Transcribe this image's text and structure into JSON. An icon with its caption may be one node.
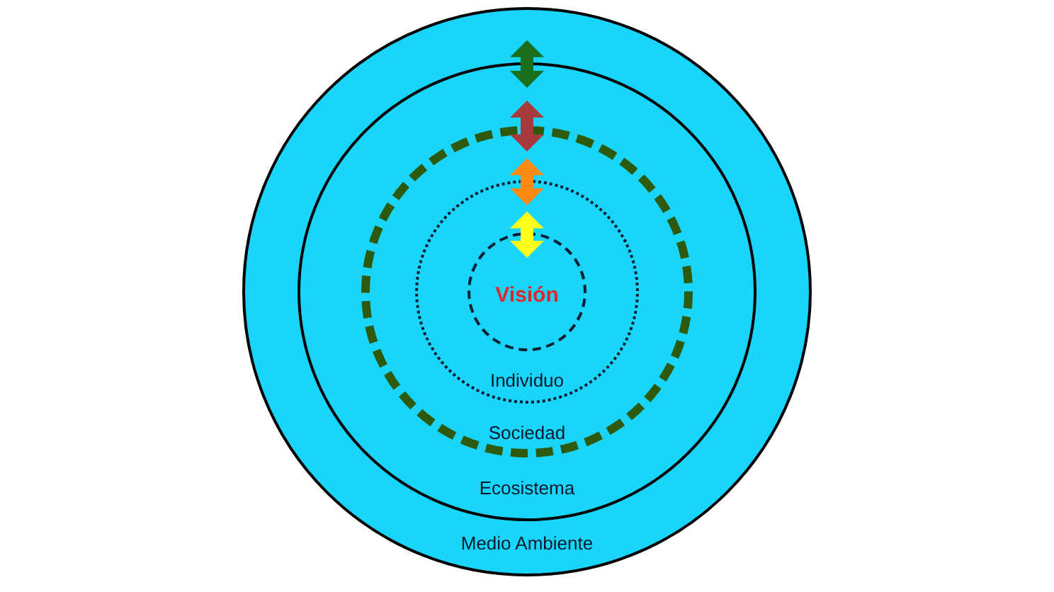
{
  "diagram": {
    "nodes": [
      {
        "text": [
          "Medio Ambiente"
        ]
      },
      {
        "text": [
          "Ecosistema"
        ],
        "in": 0
      },
      {
        "text": [
          "Sociedad"
        ],
        "in": 1
      },
      {
        "text": [
          "Individuo"
        ],
        "in": 2
      },
      {
        "text": [
          "Visión"
        ],
        "in": 3
      }
    ],
    "edges": [
      {
        "from": 0,
        "to": 1,
        "arrow": "both",
        "color": "#1b6e1b"
      },
      {
        "from": 1,
        "to": 2,
        "arrow": "both",
        "color": "#a63a3c"
      },
      {
        "from": 2,
        "to": 3,
        "arrow": "both",
        "color": "#ff8a12"
      },
      {
        "from": 3,
        "to": 4,
        "arrow": "both",
        "color": "#ffff1a"
      }
    ]
  }
}
